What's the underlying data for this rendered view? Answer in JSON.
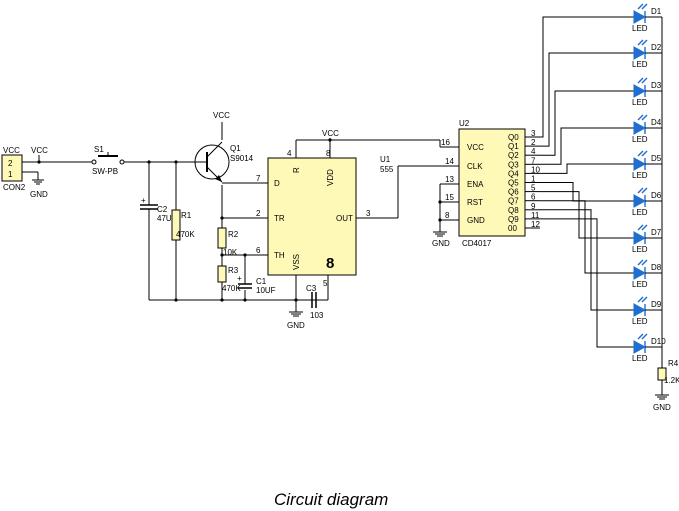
{
  "caption": "Circuit diagram",
  "net": {
    "vcc": "VCC",
    "gnd": "GND"
  },
  "con2": {
    "name": "CON2",
    "pin2": "2",
    "pin1": "1"
  },
  "s1": {
    "ref": "S1",
    "value": "SW-PB"
  },
  "q1": {
    "ref": "Q1",
    "value": "S9014"
  },
  "c2": {
    "ref": "C2",
    "value": "47UF",
    "plus": "+"
  },
  "r1": {
    "ref": "R1",
    "value": "470K"
  },
  "r2": {
    "ref": "R2",
    "value": "10K"
  },
  "r3": {
    "ref": "R3",
    "value": "470K"
  },
  "c1": {
    "ref": "C1",
    "value": "10UF",
    "plus": "+"
  },
  "c3": {
    "ref": "C3",
    "value": "103"
  },
  "u1": {
    "ref": "U1",
    "value": "555",
    "center": "8",
    "pins": {
      "d": "D",
      "tr": "TR",
      "th": "TH",
      "r": "R",
      "vdd": "VDD",
      "vss": "VSS",
      "out": "OUT"
    },
    "pin_numbers": {
      "d": "7",
      "tr": "2",
      "th": "6",
      "r": "4",
      "vdd": "8",
      "out": "3",
      "cv": "5"
    }
  },
  "u2": {
    "ref": "U2",
    "value": "CD4017",
    "left_pins": [
      {
        "name": "VCC",
        "num": "16"
      },
      {
        "name": "CLK",
        "num": "14"
      },
      {
        "name": "ENA",
        "num": "13"
      },
      {
        "name": "RST",
        "num": "15"
      },
      {
        "name": "GND",
        "num": "8"
      }
    ],
    "right_pins": [
      {
        "name": "Q0",
        "num": "3"
      },
      {
        "name": "Q1",
        "num": "2"
      },
      {
        "name": "Q2",
        "num": "4"
      },
      {
        "name": "Q3",
        "num": "7"
      },
      {
        "name": "Q4",
        "num": "10"
      },
      {
        "name": "Q5",
        "num": "1"
      },
      {
        "name": "Q6",
        "num": "5"
      },
      {
        "name": "Q7",
        "num": "6"
      },
      {
        "name": "Q8",
        "num": "9"
      },
      {
        "name": "Q9",
        "num": "11"
      },
      {
        "name": "00",
        "num": "12"
      }
    ]
  },
  "leds": [
    {
      "ref": "D1",
      "label": "LED"
    },
    {
      "ref": "D2",
      "label": "LED"
    },
    {
      "ref": "D3",
      "label": "LED"
    },
    {
      "ref": "D4",
      "label": "LED"
    },
    {
      "ref": "D5",
      "label": "LED"
    },
    {
      "ref": "D6",
      "label": "LED"
    },
    {
      "ref": "D7",
      "label": "LED"
    },
    {
      "ref": "D8",
      "label": "LED"
    },
    {
      "ref": "D9",
      "label": "LED"
    },
    {
      "ref": "D10",
      "label": "LED"
    }
  ],
  "r4": {
    "ref": "R4",
    "value": "1.2K"
  }
}
